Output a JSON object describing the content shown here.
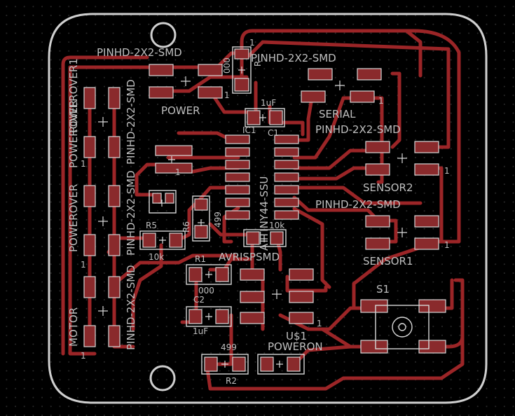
{
  "colors": {
    "background": "#000000",
    "copper": "#9b2527",
    "silkscreen": "#bfbfbf",
    "edge": "#cfcfcf"
  },
  "labels": {
    "pinhd_top_left": "PINHD-2X2-SMD",
    "pinhd_top_right": "PINHD-2X2-SMD",
    "power": "POWER",
    "serial": "SERIAL",
    "pinhd_serial": "PINHD-2X2-SMD",
    "sensor2": "SENSOR2",
    "pinhd_sensor1": "PINHD-2X2-SMD",
    "sensor1": "SENSOR1",
    "avrisp": "AVRISPSMD",
    "attiny": "ATTINY44-SSU",
    "ic1": "IC1",
    "c1": "C1",
    "cap_1uf_top": "1uF",
    "r1": "R1",
    "r1_val": "000",
    "c2": "C2",
    "cap_1uf_bottom": "1uF",
    "r5": "R5",
    "r5_val": "10k",
    "r6": "R6",
    "r6_val": "499",
    "r_10k_mid": "10k",
    "r2": "R2",
    "r2_val": "499",
    "poweron": "POWERON",
    "us1": "U$1",
    "s1": "S1",
    "motor": "MOTOR",
    "powerover1": "POWEROVER1",
    "powerover_a": "POWEROVER",
    "powerover_b": "POWEROVER",
    "pinhd_vert_1": "PINHD-2X2-SMD",
    "pinhd_vert_2": "PINHD-2X2-SMD",
    "pinhd_vert_3": "PINHD-2X2-SMD",
    "r_top": "R",
    "r_top_val": "000",
    "pin1_a": "1",
    "pin1_b": "1",
    "pin1_c": "1",
    "pin1_d": "1",
    "pin1_e": "1",
    "pin1_f": "1",
    "pin1_g": "1",
    "pin1_h": "1",
    "pin1_i": "1",
    "pin1_j": "1"
  }
}
